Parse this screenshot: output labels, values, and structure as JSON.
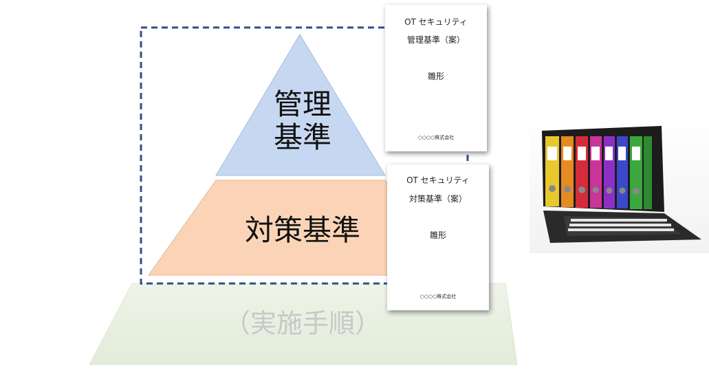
{
  "pyramid": {
    "top_label_line1": "管理",
    "top_label_line2": "基準",
    "middle_label": "対策基準",
    "bottom_label": "（実施手順）"
  },
  "documents": [
    {
      "title": "OT セキュリティ",
      "subtitle": "管理基準（案）",
      "body": "雛形",
      "footer": "○○○○株式会社"
    },
    {
      "title": "OT セキュリティ",
      "subtitle": "対策基準（案）",
      "body": "雛形",
      "footer": "○○○○株式会社"
    }
  ],
  "colors": {
    "top": "#c6d7f1",
    "middle": "#fbd4b7",
    "bottom": "#e8f1e1",
    "dashed_border": "#2f4f86"
  }
}
